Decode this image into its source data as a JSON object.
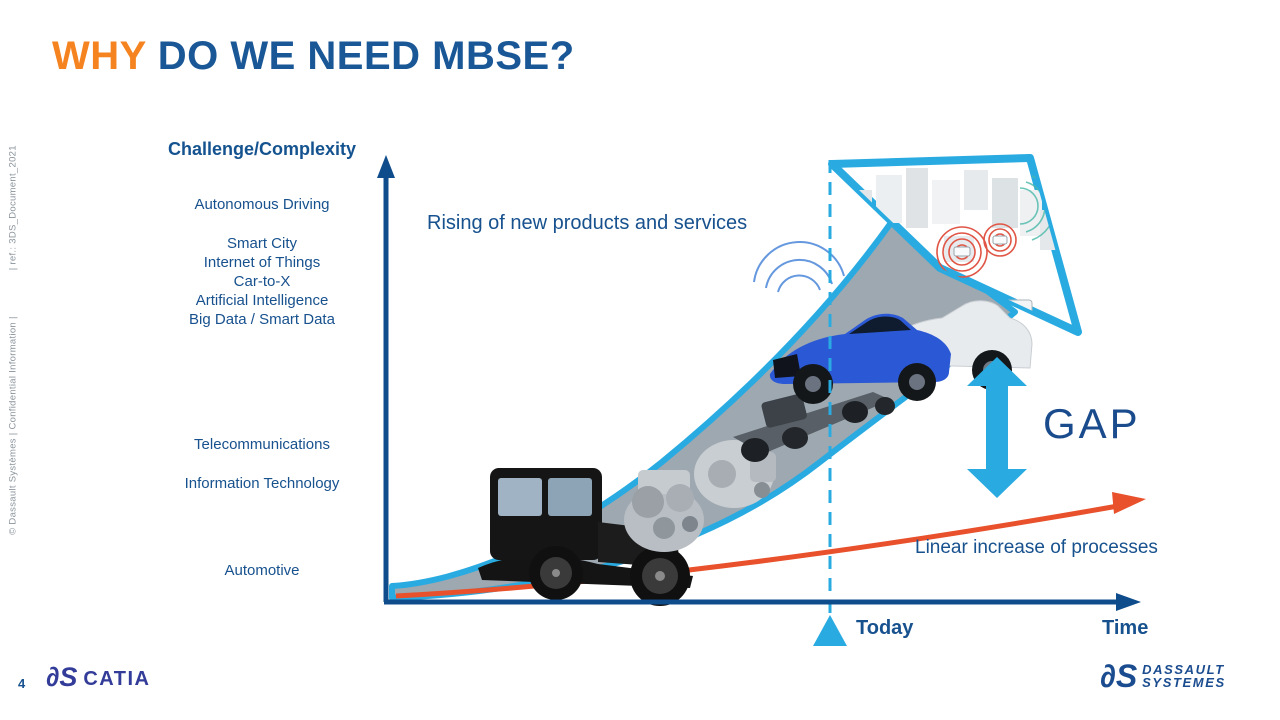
{
  "slide": {
    "title": {
      "highlight": "WHY",
      "rest": " DO WE NEED MBSE?"
    },
    "side_note": {
      "copyright": "© Dassault Systèmes | Confidential Information |",
      "reference": "| ref.: 3DS_Document_2021"
    },
    "diagram": {
      "y_axis_label": "Challenge/Complexity",
      "x_axis_label": "Time",
      "today_label": "Today",
      "y_items": [
        "Autonomous Driving",
        "Smart City",
        "Internet of Things",
        "Car-to-X",
        "Artificial Intelligence",
        "Big Data / Smart Data",
        "Telecommunications",
        "Information Technology",
        "Automotive"
      ],
      "annotations": {
        "rising": "Rising of new products and services",
        "gap": "GAP",
        "linear": "Linear increase of processes"
      }
    },
    "footer": {
      "page_number": "4",
      "catia_logo": "CATIA",
      "ds_glyph": "∂S",
      "dassault_line1": "DASSAULT",
      "dassault_line2": "SYSTEMES"
    },
    "colors": {
      "title_highlight": "#F5831F",
      "title_text": "#1A5796",
      "label_blue": "#17518E",
      "axis_blue": "#0E4C8C",
      "light_blue": "#29ABE2",
      "process_orange": "#E8512B",
      "arrow_body_gray": "#9AA4AD"
    }
  }
}
